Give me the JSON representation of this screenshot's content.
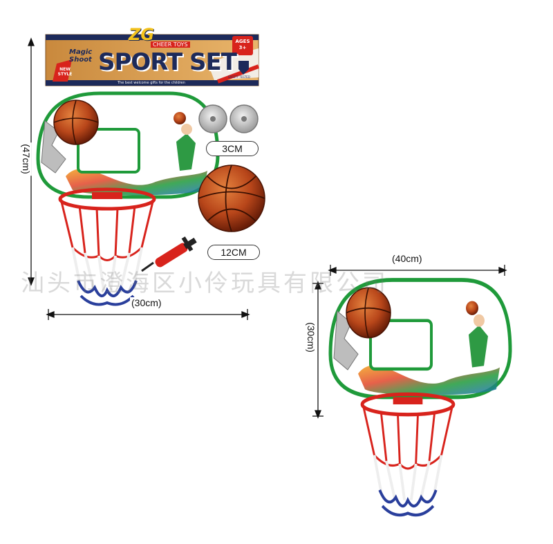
{
  "header": {
    "brand": "ZG",
    "sub_brand": "CHEER TOYS",
    "product_line": "Magic Shoot",
    "title": "SPORT SET",
    "badge": "NEW STYLE",
    "ages": "AGES 3+",
    "safety": "SAFETY TESTED",
    "tagline": "The best welcome gifts for the children"
  },
  "package_dims": {
    "height": "(47cm)",
    "width": "(30cm)"
  },
  "accessories": {
    "suction_cup_size": "3CM",
    "ball_size": "12CM"
  },
  "product_dims": {
    "width": "(40cm)",
    "height": "(30cm)"
  },
  "watermark": "汕头市澄海区小伶玩具有限公司",
  "colors": {
    "board_border": "#1f9a3a",
    "rim": "#d8231c",
    "net_white": "#f4f4f4",
    "net_blue": "#2a3f9c",
    "ball": "#c8521c",
    "header_bg": "#1d2a5a"
  }
}
